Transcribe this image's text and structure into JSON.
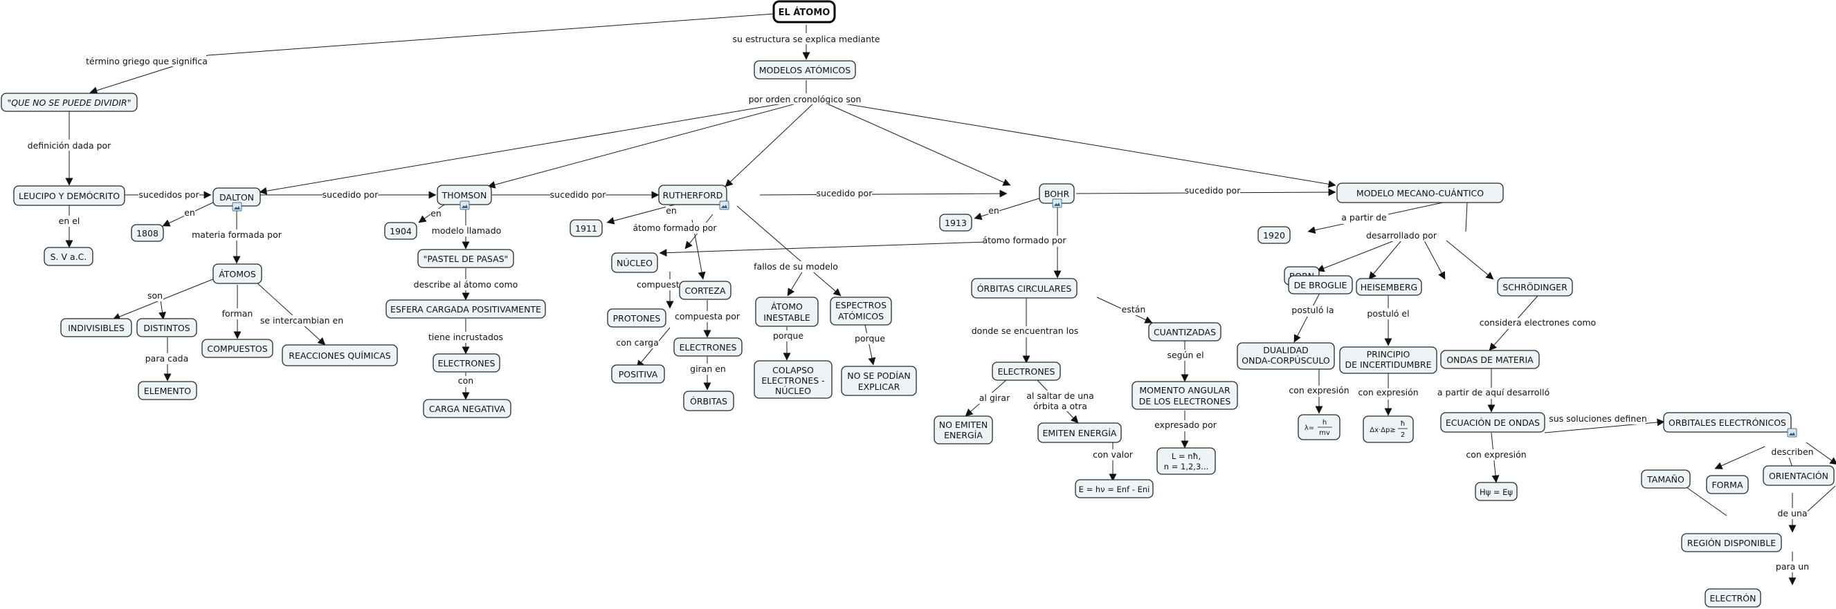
{
  "title": "EL ÁTOMO",
  "nodes": {
    "atomo": "EL ÁTOMO",
    "modelos": "MODELOS ATÓMICOS",
    "no_dividir": "\"QUE NO SE PUEDE DIVIDIR\"",
    "leucipo": "LEUCIPO Y DEMÓCRITO",
    "sv": "S. V a.C.",
    "dalton": "DALTON",
    "thomson": "THOMSON",
    "rutherford": "RUTHERFORD",
    "bohr": "BOHR",
    "mecano": "MODELO MECANO-CUÁNTICO",
    "y1808": "1808",
    "y1904": "1904",
    "y1911": "1911",
    "y1913": "1913",
    "y1920": "1920",
    "atomos": "ÁTOMOS",
    "indivisibles": "INDIVISIBLES",
    "distintos": "DISTINTOS",
    "elemento": "ELEMENTO",
    "compuestos": "COMPUESTOS",
    "reacciones": "REACCIONES QUÍMICAS",
    "pastel": "\"PASTEL DE PASAS\"",
    "esfera": "ESFERA CARGADA POSITIVAMENTE",
    "electrones_th": "ELECTRONES",
    "carga_neg": "CARGA NEGATIVA",
    "nucleo": "NÚCLEO",
    "protones": "PROTONES",
    "positiva": "POSITIVA",
    "corteza": "CORTEZA",
    "electrones_ru": "ELECTRONES",
    "orbitas": "ÓRBITAS",
    "inestable": [
      "ÁTOMO",
      "INESTABLE"
    ],
    "espectros": [
      "ESPECTROS",
      "ATÓMICOS"
    ],
    "colapso": [
      "COLAPSO",
      "ELECTRONES -",
      "NÚCLEO"
    ],
    "no_explicar": [
      "NO SE PODÍAN",
      "EXPLICAR"
    ],
    "orbitas_circ": "ÓRBITAS CIRCULARES",
    "electrones_bo": "ELECTRONES",
    "cuantizadas": "CUANTIZADAS",
    "no_emiten": [
      "NO EMITEN",
      "ENERGÍA"
    ],
    "emiten": "EMITEN ENERGÍA",
    "energia_formula": "E = hν = Enf - Eni",
    "momento": [
      "MOMENTO ANGULAR",
      "DE LOS ELECTRONES"
    ],
    "l_formula": [
      "L = nħ,",
      "n = 1,2,3..."
    ],
    "born": "BORN",
    "debroglie": "DE BROGLIE",
    "heisenberg": "HEISEMBERG",
    "schrodinger": "SCHRÖDINGER",
    "dualidad": [
      "DUALIDAD",
      "ONDA-CORPÚSCULO"
    ],
    "lambda": [
      "λ=",
      "h",
      "mv"
    ],
    "principio": [
      "PRINCIPIO",
      "DE INCERTIDUMBRE"
    ],
    "incert": [
      "Δx·Δp≥",
      "ħ",
      "2"
    ],
    "ondas_materia": "ONDAS DE MATERIA",
    "ec_ondas": "ECUACIÓN DE ONDAS",
    "hpsi": "Hψ = Eψ",
    "orbitales": "ORBITALES ELECTRÓNICOS",
    "tamano": "TAMAÑO",
    "forma": "FORMA",
    "orientacion": "ORIENTACIÓN",
    "region": "REGIÓN DISPONIBLE",
    "electron": "ELECTRÓN"
  },
  "links": {
    "termino": "término griego que significa",
    "estructura": "su estructura se explica mediante",
    "orden": "por orden cronológico son",
    "definicion": "definición dada por",
    "sucedidos_por": "sucedidos por",
    "sucedido_por": "sucedido por",
    "en": "en",
    "en_el": "en el",
    "materia": "materia formada por",
    "son": "son",
    "forman": "forman",
    "intercambian": "se intercambian en",
    "para_cada": "para cada",
    "modelo_llamado": "modelo llamado",
    "describe": "describe al átomo como",
    "incrustados": "tiene incrustados",
    "con": "con",
    "formado_ru": "átomo formado por",
    "compuesto_por": "compuesto por",
    "con_carga": "con carga",
    "compuesta_por": "compuesta por",
    "giran_en": "giran en",
    "fallos": "fallos de su modelo",
    "porque": "porque",
    "formado_bo": "átomo formado por",
    "donde": "donde se encuentran los",
    "estan": "están",
    "al_girar": "al girar",
    "al_saltar": [
      "al saltar de una",
      "órbita a otra"
    ],
    "con_valor": "con valor",
    "segun_el": "según el",
    "expresado": "expresado por",
    "a_partir_de": "a partir de",
    "desarrollado": "desarrollado por",
    "postulo_la": "postuló la",
    "postulo_el": "postuló el",
    "considera": "considera electrones como",
    "con_expresion": "con expresión",
    "a_partir_aqui": "a partir de aquí desarrolló",
    "soluciones": "sus soluciones definen",
    "describen": "describen",
    "de_una": "de una",
    "para_un": "para un"
  },
  "icon_name": "image-resource-icon",
  "colors": {
    "node_fill": "#eef3f6",
    "node_stroke": "#1f2a33",
    "root_stroke": "#000000"
  }
}
